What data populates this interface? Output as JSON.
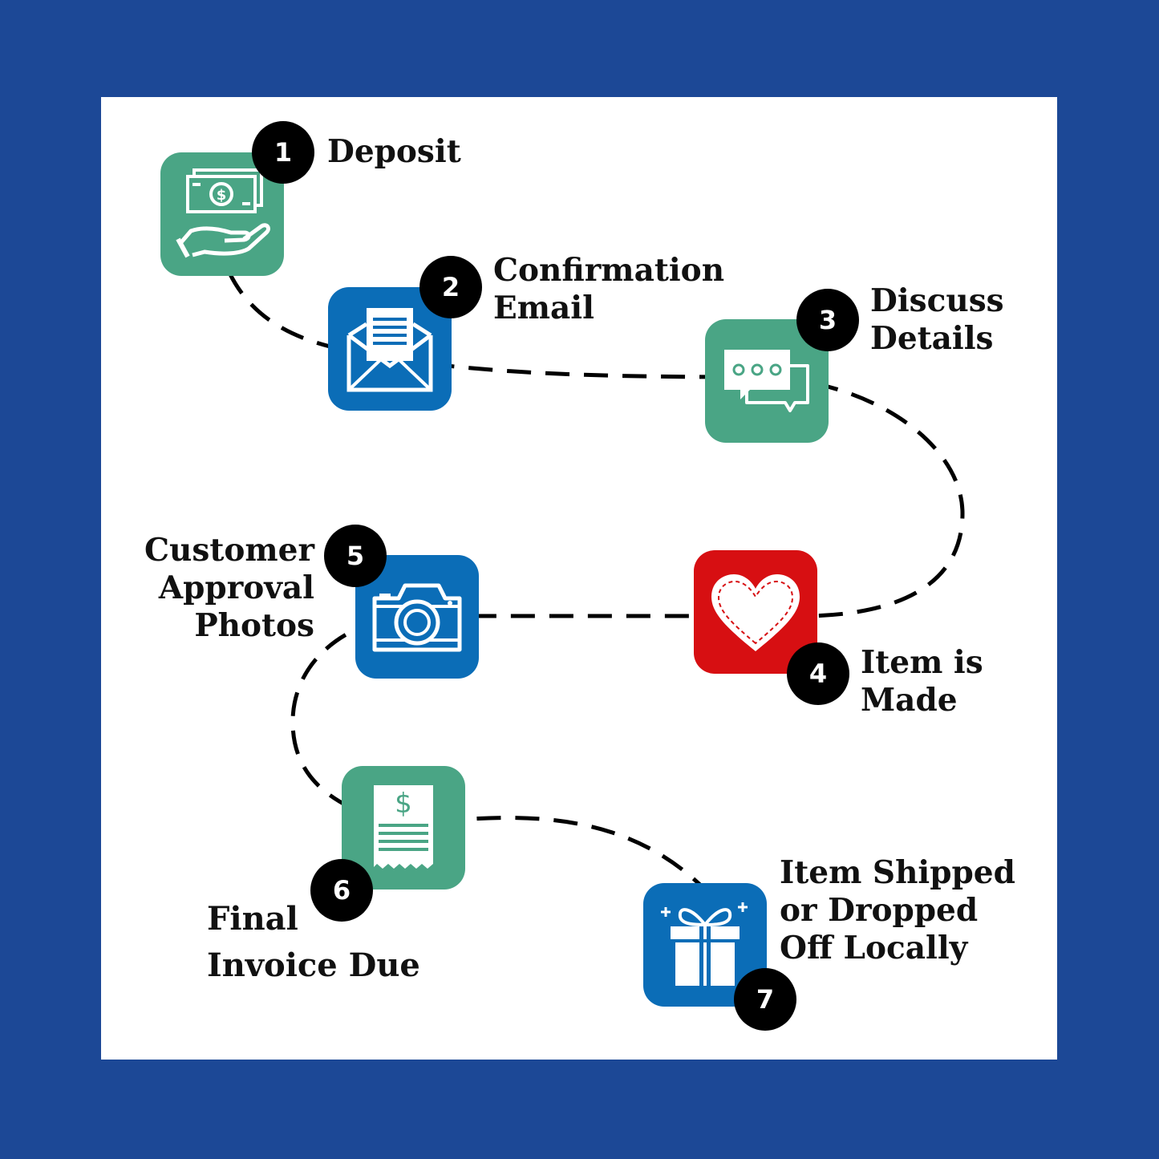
{
  "colors": {
    "background": "#1c4896",
    "panel": "#ffffff",
    "green": "#4aa585",
    "blue": "#0b6db7",
    "red": "#d70f12",
    "badge": "#000000",
    "path": "#000000"
  },
  "steps": [
    {
      "number": "1",
      "label": "Deposit",
      "icon": "money-hand-icon",
      "color": "green"
    },
    {
      "number": "2",
      "label": "Confirmation\nEmail",
      "icon": "envelope-icon",
      "color": "blue"
    },
    {
      "number": "3",
      "label": "Discuss\nDetails",
      "icon": "chat-bubbles-icon",
      "color": "green"
    },
    {
      "number": "4",
      "label": "Item is\nMade",
      "icon": "heart-icon",
      "color": "red"
    },
    {
      "number": "5",
      "label": "Customer\nApproval\nPhotos",
      "icon": "camera-icon",
      "color": "blue"
    },
    {
      "number": "6",
      "label": "Final\nInvoice Due",
      "icon": "receipt-icon",
      "color": "green"
    },
    {
      "number": "7",
      "label": "Item Shipped\nor Dropped\nOff Locally",
      "icon": "gift-icon",
      "color": "blue"
    }
  ]
}
